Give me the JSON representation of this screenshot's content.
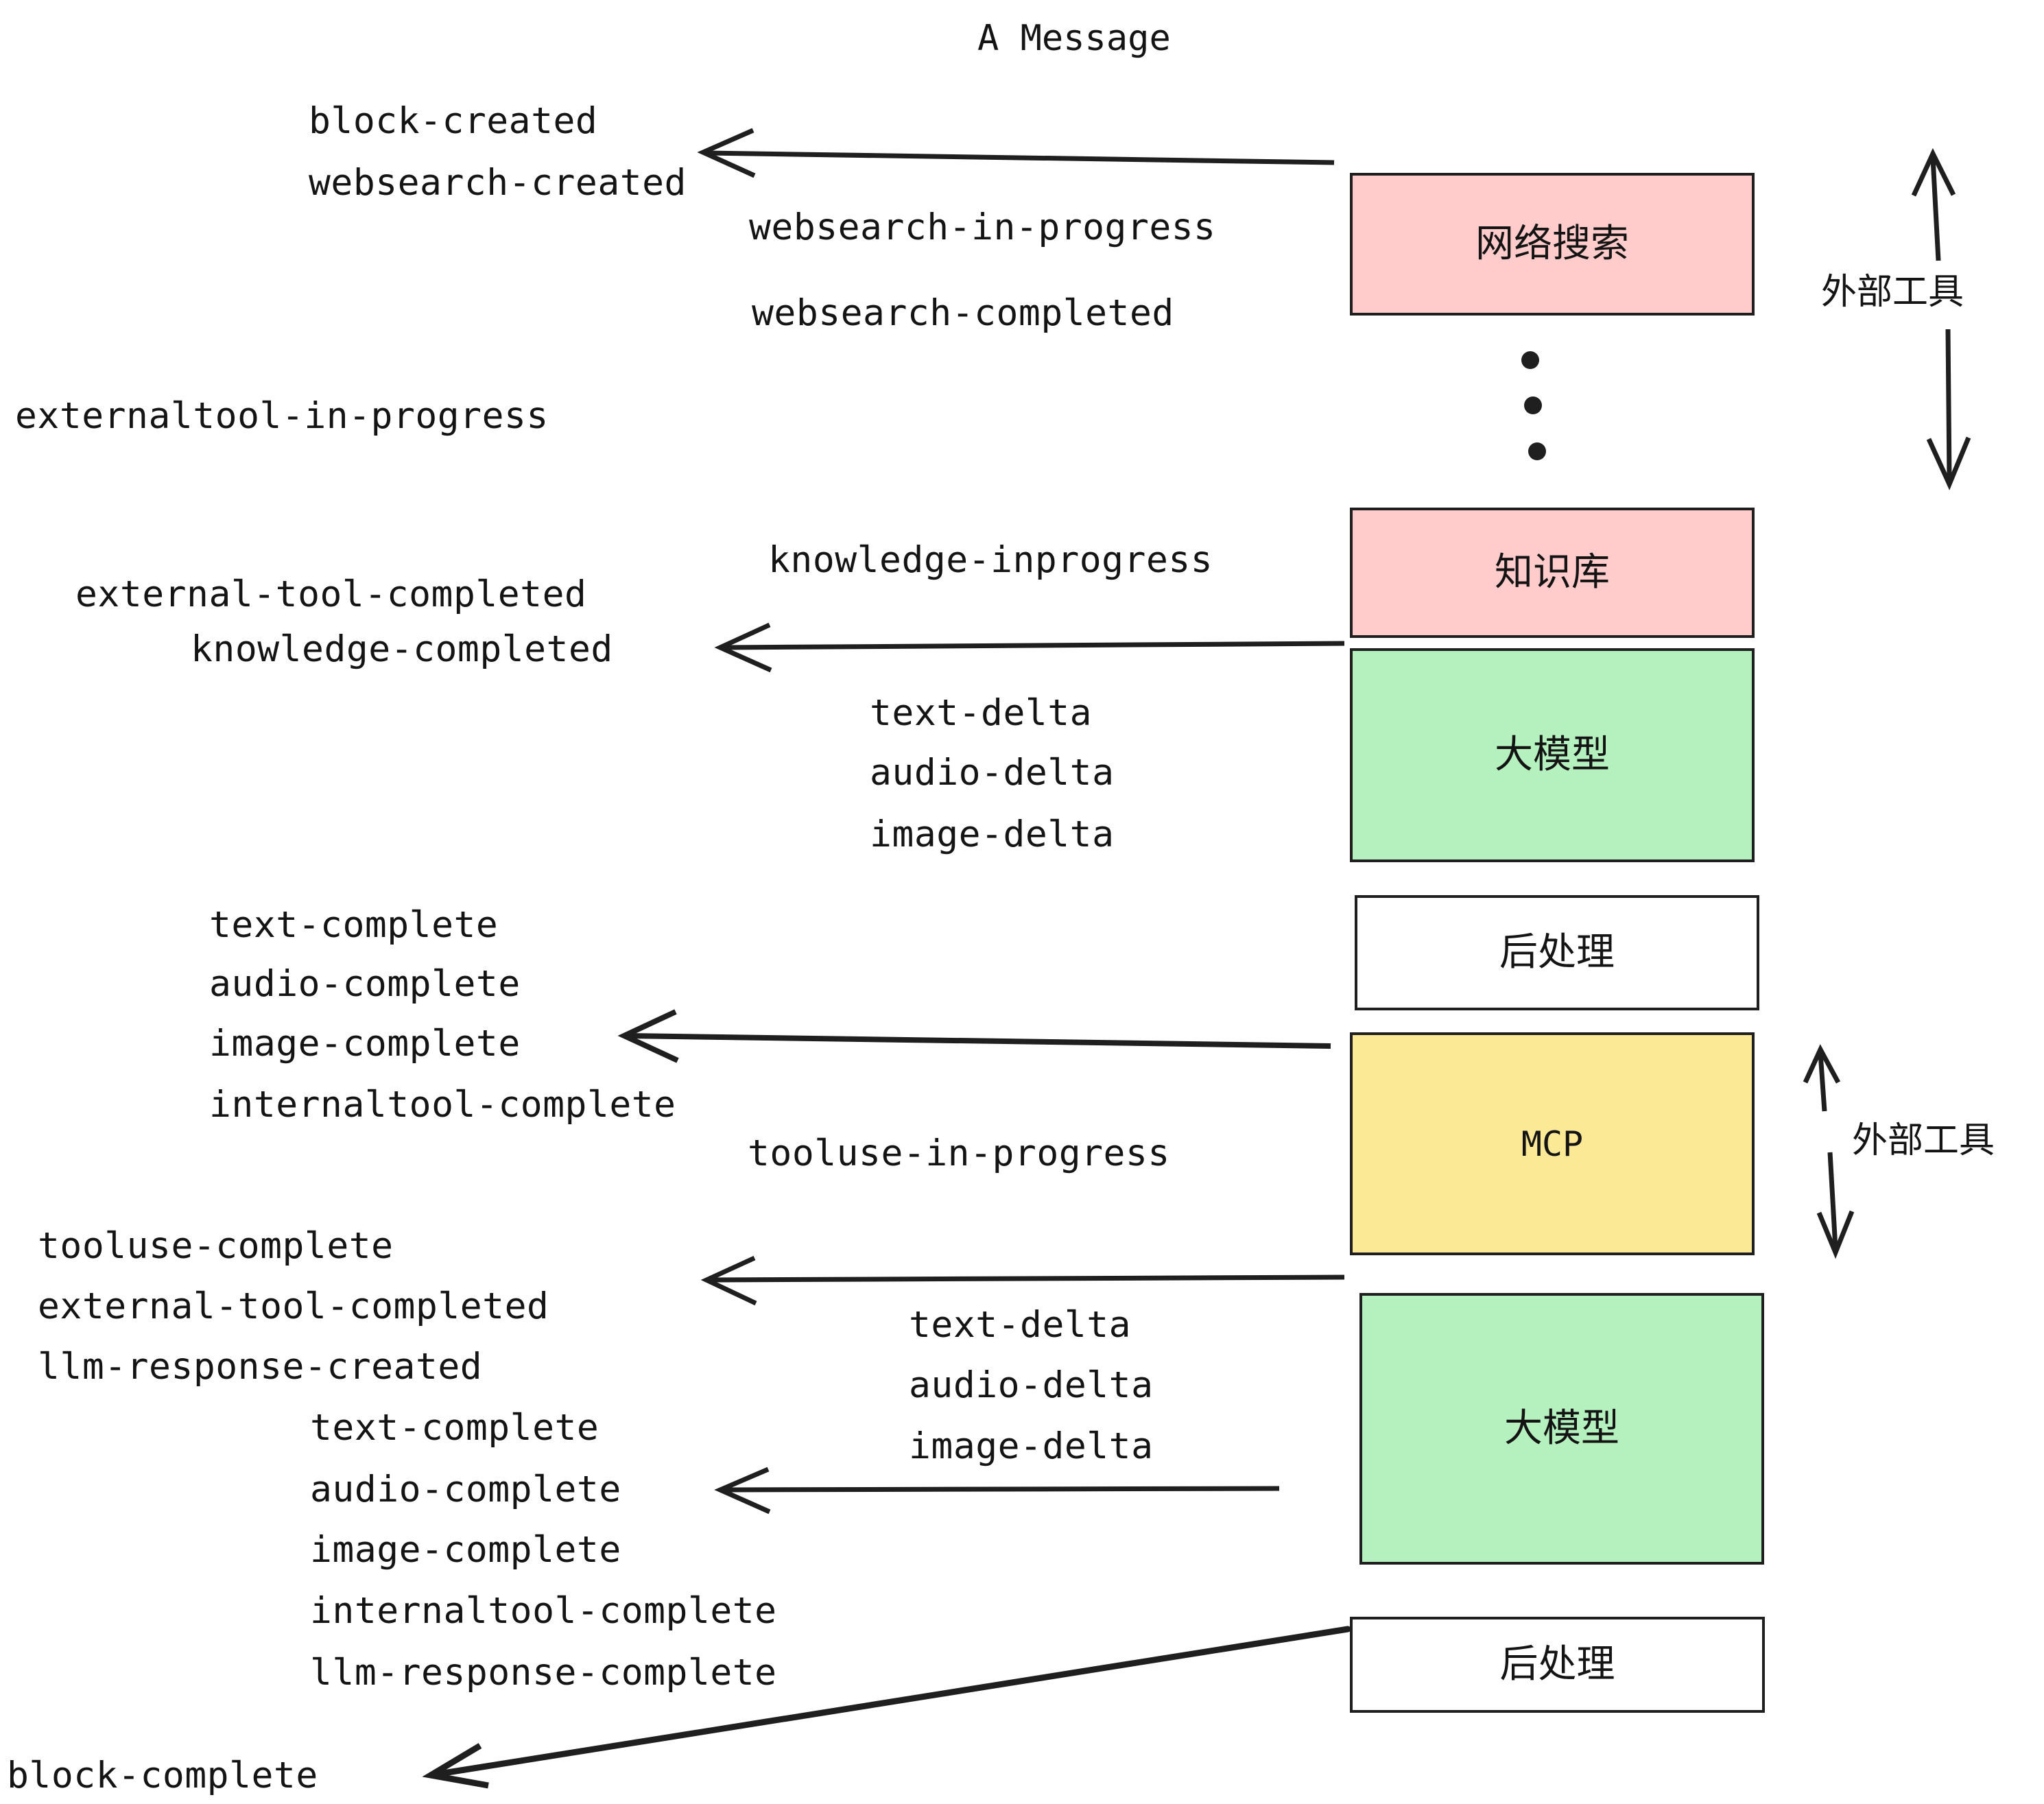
{
  "title": "A Message",
  "colors": {
    "pink": "#FFCBCB",
    "green": "#B5F0BF",
    "yellow": "#FCE996",
    "white": "#FFFFFF",
    "stroke": "#1F1F1F",
    "text": "#141414"
  },
  "boxes": [
    {
      "id": "websearch",
      "label": "网络搜索",
      "fill": "pink",
      "lang": "zh"
    },
    {
      "id": "knowledge",
      "label": "知识库",
      "fill": "pink",
      "lang": "zh"
    },
    {
      "id": "llm-upper",
      "label": "大模型",
      "fill": "green",
      "lang": "zh"
    },
    {
      "id": "postprocess-upper",
      "label": "后处理",
      "fill": "white",
      "lang": "zh"
    },
    {
      "id": "mcp",
      "label": "MCP",
      "fill": "yellow",
      "lang": "en"
    },
    {
      "id": "llm-lower",
      "label": "大模型",
      "fill": "green",
      "lang": "zh"
    },
    {
      "id": "postprocess-lower",
      "label": "后处理",
      "fill": "white",
      "lang": "zh"
    }
  ],
  "side_labels": [
    {
      "id": "external-tools-top",
      "label": "外部工具"
    },
    {
      "id": "external-tools-bottom",
      "label": "外部工具"
    }
  ],
  "events": [
    {
      "id": "block-created",
      "label": "block-created"
    },
    {
      "id": "websearch-created",
      "label": "websearch-created"
    },
    {
      "id": "websearch-in-progress",
      "label": "websearch-in-progress"
    },
    {
      "id": "websearch-completed",
      "label": "websearch-completed"
    },
    {
      "id": "externaltool-in-progress",
      "label": "externaltool-in-progress"
    },
    {
      "id": "knowledge-inprogress",
      "label": "knowledge-inprogress"
    },
    {
      "id": "external-tool-completed-1",
      "label": "external-tool-completed"
    },
    {
      "id": "knowledge-completed",
      "label": "knowledge-completed"
    },
    {
      "id": "text-delta-1",
      "label": "text-delta"
    },
    {
      "id": "audio-delta-1",
      "label": "audio-delta"
    },
    {
      "id": "image-delta-1",
      "label": "image-delta"
    },
    {
      "id": "text-complete-1",
      "label": "text-complete"
    },
    {
      "id": "audio-complete-1",
      "label": "audio-complete"
    },
    {
      "id": "image-complete-1",
      "label": "image-complete"
    },
    {
      "id": "internaltool-complete-1",
      "label": "internaltool-complete"
    },
    {
      "id": "tooluse-in-progress",
      "label": "tooluse-in-progress"
    },
    {
      "id": "tooluse-complete",
      "label": "tooluse-complete"
    },
    {
      "id": "external-tool-completed-2",
      "label": "external-tool-completed"
    },
    {
      "id": "llm-response-created",
      "label": "llm-response-created"
    },
    {
      "id": "text-delta-2",
      "label": "text-delta"
    },
    {
      "id": "audio-delta-2",
      "label": "audio-delta"
    },
    {
      "id": "image-delta-2",
      "label": "image-delta"
    },
    {
      "id": "text-complete-2",
      "label": "text-complete"
    },
    {
      "id": "audio-complete-2",
      "label": "audio-complete"
    },
    {
      "id": "image-complete-2",
      "label": "image-complete"
    },
    {
      "id": "internaltool-complete-2",
      "label": "internaltool-complete"
    },
    {
      "id": "llm-response-complete",
      "label": "llm-response-complete"
    },
    {
      "id": "block-complete",
      "label": "block-complete"
    }
  ]
}
